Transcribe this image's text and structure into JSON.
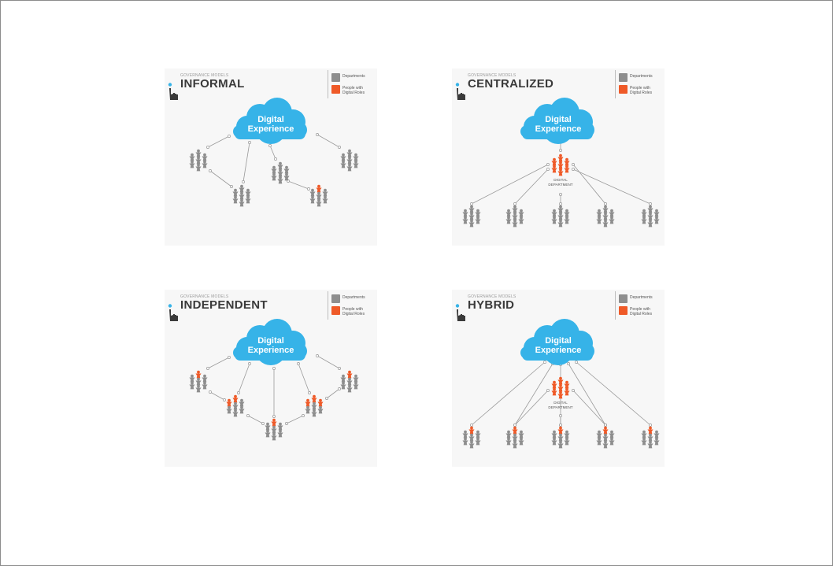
{
  "colors": {
    "cloud": "#36b3e8",
    "department": "#8e8e8e",
    "digital": "#ef5a28",
    "line": "#9a9a9a",
    "title": "#3a3a3a"
  },
  "legend": {
    "departments": "Departments",
    "people_line1": "People with",
    "people_line2": "Digital Roles"
  },
  "cloud_label": {
    "line1": "Digital",
    "line2": "Experience"
  },
  "panels": [
    {
      "key": "informal",
      "subtitle": "GOVERNANCE MODELS",
      "title": "INFORMAL",
      "departments_highlighted": [
        0,
        0,
        0,
        1,
        0
      ]
    },
    {
      "key": "centralized",
      "subtitle": "GOVERNANCE MODELS",
      "title": "CENTRALIZED",
      "digital_department_label": {
        "line1": "DIGITAL",
        "line2": "DEPARTMENT"
      }
    },
    {
      "key": "independent",
      "subtitle": "GOVERNANCE MODELS",
      "title": "INDEPENDENT",
      "departments_highlighted": [
        1,
        2,
        1,
        3,
        1
      ]
    },
    {
      "key": "hybrid",
      "subtitle": "GOVERNANCE MODELS",
      "title": "HYBRID",
      "digital_department_label": {
        "line1": "DIGITAL",
        "line2": "DEPARTMENT"
      }
    }
  ]
}
